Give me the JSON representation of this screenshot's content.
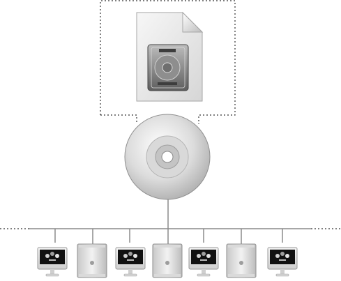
{
  "diagram": {
    "source": {
      "icon": "disk-image-document-icon"
    },
    "disc": {
      "icon": "optical-disc-icon"
    },
    "network": {
      "icon": "network-bus-line"
    },
    "clients": [
      {
        "type": "imac",
        "icon": "imac-icon"
      },
      {
        "type": "tower",
        "icon": "mac-pro-tower-icon"
      },
      {
        "type": "imac",
        "icon": "imac-icon"
      },
      {
        "type": "tower",
        "icon": "mac-pro-tower-icon"
      },
      {
        "type": "imac",
        "icon": "imac-icon"
      },
      {
        "type": "tower",
        "icon": "mac-pro-tower-icon"
      },
      {
        "type": "imac",
        "icon": "imac-icon"
      }
    ],
    "colors": {
      "line": "#8a8a8a",
      "dotted": "#333333",
      "metal_light": "#f4f4f4",
      "metal_dark": "#9a9a9a"
    }
  }
}
